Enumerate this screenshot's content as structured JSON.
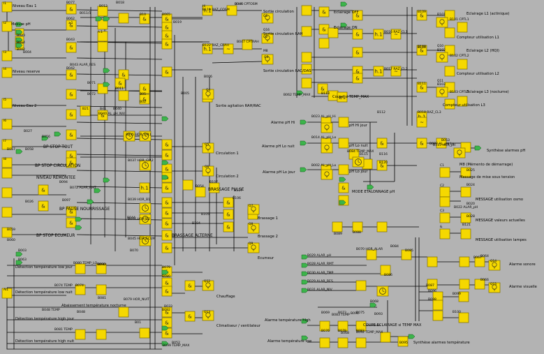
{
  "colors": {
    "background": "#b3b3b3",
    "block_fill": "#f5d800",
    "block_stroke": "#7a6a00",
    "wire": "#000000",
    "connector_fill": "#3cb44b",
    "text": "#000000"
  },
  "labels": [
    "Niveau Eau 1",
    "Mesure pH",
    "Niveau reserve",
    "Niveau Eau 2",
    "BP STOP TOUT",
    "BP STOP CIRCULATION",
    "NIVEAU REMONTEE",
    "BP PAUSE NOURRISSAGE",
    "BP STOP ECUMEUR",
    "Sortie circulation",
    "Sortie circulation RAH",
    "Sortie circulation RAC/DAS",
    "Sortie agitation RAH/RAC",
    "Circulation 1",
    "Circulation 2",
    "BRASSAGE PULSE",
    "BRASSAGE ALTERNE",
    "Brassage 1",
    "Brassage 2",
    "Ecumeur",
    "Détection température low jour",
    "Détection température low nuit",
    "Détection température high jour",
    "Détection température high nuit",
    "Abaissement température nocturne",
    "Chauffage",
    "Climatiseur / ventilateur",
    "Eclairage OFF",
    "Eclairage ON",
    "Coupe si TEMP_MAX",
    "Eclairage L1 (actinique)",
    "Compteur utilisation L1",
    "Eclairage L2 (HQI)",
    "Compteur utilisation L2",
    "Eclairage L3 (nocturne)",
    "Compteur utilisation L3",
    "Alarme pH Hi",
    "pH Hi jour",
    "Alarme pH Lo nuit",
    "pH Lo nuit",
    "Alarme pH Lo jour",
    "pH Lo jour",
    "Synthèse alarmes pH",
    "MODE ETALONNAGE pH",
    "M8 (Mémento de démarrage)",
    "Message de mise sous tension",
    "MESSAGE utilisation osmo",
    "MESSAGE valeurs actuelles",
    "MESSAGE utilisation lampes",
    "Alarme sonore",
    "Alarme visuelle",
    "Alarme température high",
    "Alarme température low",
    "COUPE ECLAIRAGE si TEMP MAX",
    "Synthèse alarmes température"
  ],
  "block_ids": [
    "B077",
    "B012",
    "B018",
    "B062",
    "B011/1",
    "B10",
    "B065",
    "B019",
    "B046",
    "B023",
    "B014",
    "B002",
    "B004",
    "B043",
    "B042",
    "B071",
    "B072",
    "B011",
    "B05",
    "B02",
    "B21",
    "B41",
    "B040",
    "B027",
    "B056",
    "B057",
    "B058",
    "B094",
    "B026",
    "B097",
    "B059",
    "B060",
    "B090",
    "B044",
    "B081",
    "B01",
    "B079",
    "B080",
    "B074",
    "B032",
    "B033",
    "B070",
    "B048",
    "B092",
    "B052",
    "B003",
    "B063",
    "B109",
    "B101",
    "B102",
    "B103",
    "B108",
    "B113",
    "B111",
    "B110",
    "B112",
    "B115",
    "B116",
    "B120",
    "B121",
    "B020",
    "B024",
    "B025",
    "B028",
    "B053",
    "B054",
    "B064",
    "B066",
    "B067",
    "B068",
    "B069",
    "B073",
    "B075",
    "B076",
    "B078",
    "B083",
    "B084",
    "B085",
    "B086",
    "B087",
    "B088",
    "B089",
    "B091",
    "B093",
    "B095",
    "B096",
    "B098",
    "B099",
    "B100",
    "B104",
    "B105",
    "B106",
    "B107",
    "B117"
  ],
  "annotations": [
    "B119 RAZ_COSM",
    "B046 CPTOSM",
    "B122 RAZ_CRAH",
    "B047 CPTRAH",
    "B006",
    "B005",
    "B016 RAZ_CL1",
    "B017 RAZ_CL2",
    "B018 RAZ_CL3",
    "B101 CPTL1",
    "B102 CPTL2",
    "B103 CPTL3",
    "B062 TEMP_MAX",
    "B023 AL_pH_Hi",
    "B014 AL_pH_Lo",
    "B002 AL_pH_Lo",
    "B022 AL_pH_Lo",
    "B035 HOR_CIR1",
    "B037 HOR_CIR2",
    "B039 HOR_B1",
    "B044 HOR_B2",
    "B045 HOR_ECUM",
    "B040 AL_pH_NIV",
    "B043 ALAR_RES",
    "B072 ALAR_RMT",
    "B070 HOR_ALAR",
    "B029 ALAR_pH",
    "B028 ALAR_RMT",
    "B030 ALAR_TMP",
    "B029 ALAR_RES",
    "B031 ALAR_NIV",
    "B079 HOR_NUIT",
    "B080 TEMP_LO",
    "B074 TEMP",
    "B048 TEMP",
    "B081 TEMP",
    "B083 TEMP",
    "B084 TEMP_MAX",
    "B115 HOR_pH",
    "B022 ALAR_pH",
    "B068",
    "B092 TEMP_MAX",
    "B099 TEMP_MAX",
    "B076 ALAR_TMP",
    "B013"
  ],
  "short_tags": [
    "I1",
    "I2",
    "I3",
    "I4",
    "I5",
    "I6",
    "I7",
    "I8",
    "AI1",
    "Q1",
    "Q2",
    "Q3",
    "Q4",
    "Q5",
    "Q6",
    "Q7",
    "Q8",
    "Q9",
    "Q10",
    "Q11",
    "Q12",
    "Q13",
    "Q14",
    "Q15",
    "Q16",
    "M8",
    "C1",
    "C2",
    "C3",
    "&",
    "≥1",
    "h.1",
    "Hi"
  ]
}
